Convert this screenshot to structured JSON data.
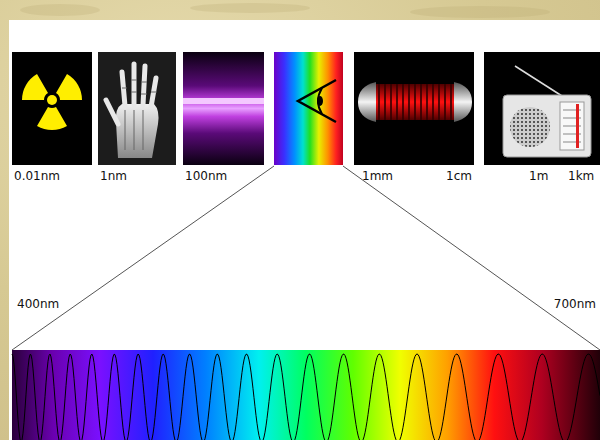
{
  "diagram": {
    "labels": [
      "0.01nm",
      "1nm",
      "100nm",
      "1mm",
      "1cm",
      "1m",
      "1km",
      "400nm",
      "700nm"
    ]
  }
}
